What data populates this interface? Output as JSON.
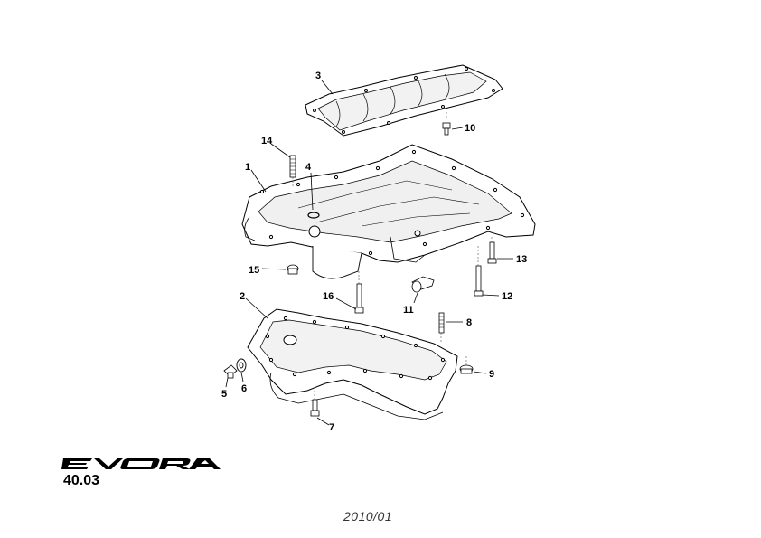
{
  "callouts": {
    "c1": "1",
    "c2": "2",
    "c3": "3",
    "c4": "4",
    "c5": "5",
    "c6": "6",
    "c7": "7",
    "c8": "8",
    "c9": "9",
    "c10": "10",
    "c11": "11",
    "c12": "12",
    "c13": "13",
    "c14": "14",
    "c15": "15",
    "c16": "16"
  },
  "footer": {
    "brand": "EVORA",
    "section": "40.03",
    "date": "2010/01"
  }
}
